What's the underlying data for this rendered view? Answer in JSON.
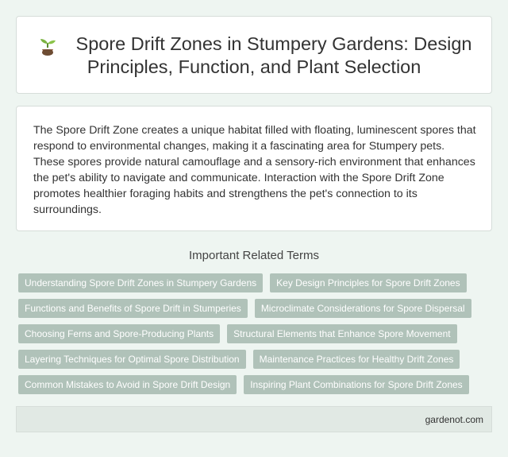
{
  "header": {
    "title_line1": "Spore Drift Zones in Stumpery Gardens: Design",
    "title_line2": "Principles, Function, and Plant Selection",
    "icon": "seedling-icon"
  },
  "description": "The Spore Drift Zone creates a unique habitat filled with floating, luminescent spores that respond to environmental changes, making it a fascinating area for Stumpery pets. These spores provide natural camouflage and a sensory-rich environment that enhances the pet's ability to navigate and communicate. Interaction with the Spore Drift Zone promotes healthier foraging habits and strengthens the pet's connection to its surroundings.",
  "terms": {
    "heading": "Important Related Terms",
    "rows": [
      [
        "Understanding Spore Drift Zones in Stumpery Gardens",
        "Key Design Principles for Spore Drift Zones"
      ],
      [
        "Functions and Benefits of Spore Drift in Stumperies",
        "Microclimate Considerations for Spore Dispersal"
      ],
      [
        "Choosing Ferns and Spore-Producing Plants",
        "Structural Elements that Enhance Spore Movement"
      ],
      [
        "Layering Techniques for Optimal Spore Distribution",
        "Maintenance Practices for Healthy Drift Zones"
      ],
      [
        "Common Mistakes to Avoid in Spore Drift Design",
        "Inspiring Plant Combinations for Spore Drift Zones"
      ]
    ]
  },
  "footer": {
    "site": "gardenot.com"
  },
  "colors": {
    "tag_bg": "#b0c2b9",
    "page_bg": "#eef5f1"
  }
}
